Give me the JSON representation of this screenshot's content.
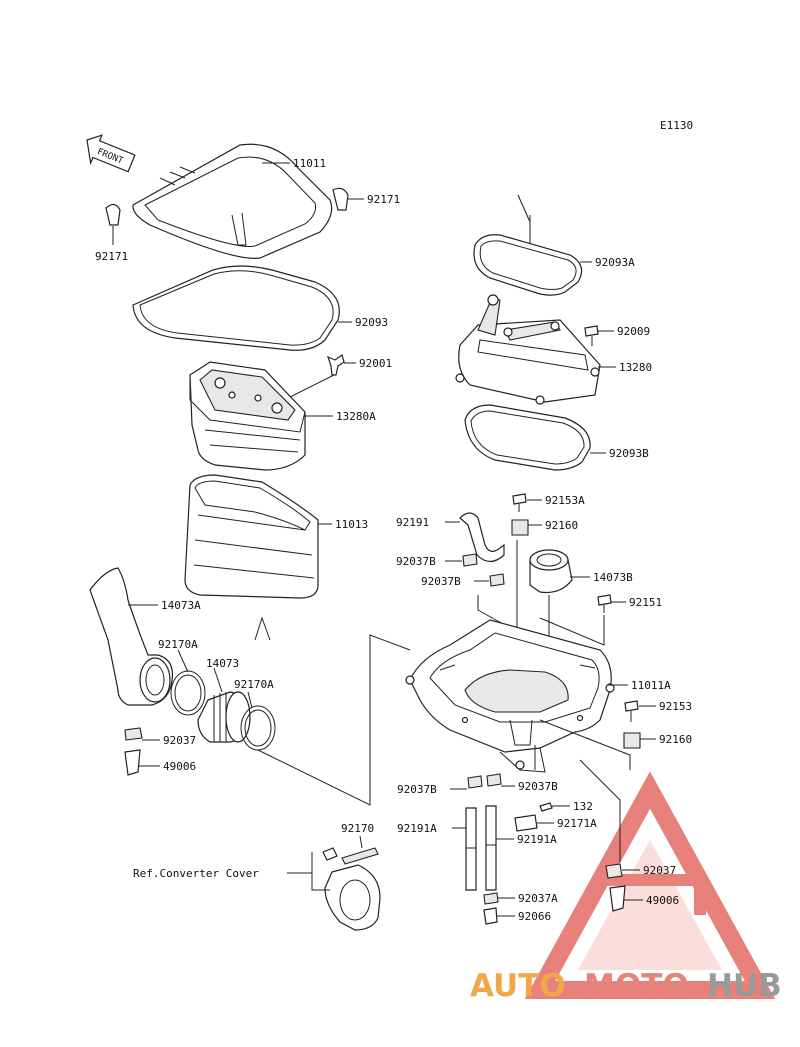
{
  "diagram": {
    "code": "E1130",
    "front_label": "FRONT",
    "ref_note": "Ref.Converter Cover",
    "labels": {
      "p11011": "11011",
      "p92171_r": "92171",
      "p92171_l": "92171",
      "p92093": "92093",
      "p92001": "92001",
      "p13280A": "13280A",
      "p11013": "11013",
      "p14073A": "14073A",
      "p92170A_l": "92170A",
      "p14073": "14073",
      "p92170A_r": "92170A",
      "p92037_l": "92037",
      "p49006_l": "49006",
      "p92170": "92170",
      "p92093A": "92093A",
      "p92009": "92009",
      "p13280": "13280",
      "p92093B": "92093B",
      "p92153A": "92153A",
      "p92191": "92191",
      "p92160_t": "92160",
      "p92037B_a": "92037B",
      "p92037B_b": "92037B",
      "p14073B": "14073B",
      "p92151": "92151",
      "p11011A": "11011A",
      "p92153": "92153",
      "p92160_b": "92160",
      "p92037B_c": "92037B",
      "p92037B_d": "92037B",
      "p132": "132",
      "p92191A_l": "92191A",
      "p92171A": "92171A",
      "p92191A_r": "92191A",
      "p92037_r": "92037",
      "p49006_r": "49006",
      "p92037A": "92037A",
      "p92066": "92066"
    }
  },
  "watermark": {
    "part1": "AUTO",
    "part2": "MOTO",
    "part3": "HUB",
    "color1": "#f2a64a",
    "color2": "#e8837c",
    "color3": "#9a9a9a",
    "logo_color": "#e46a64"
  }
}
